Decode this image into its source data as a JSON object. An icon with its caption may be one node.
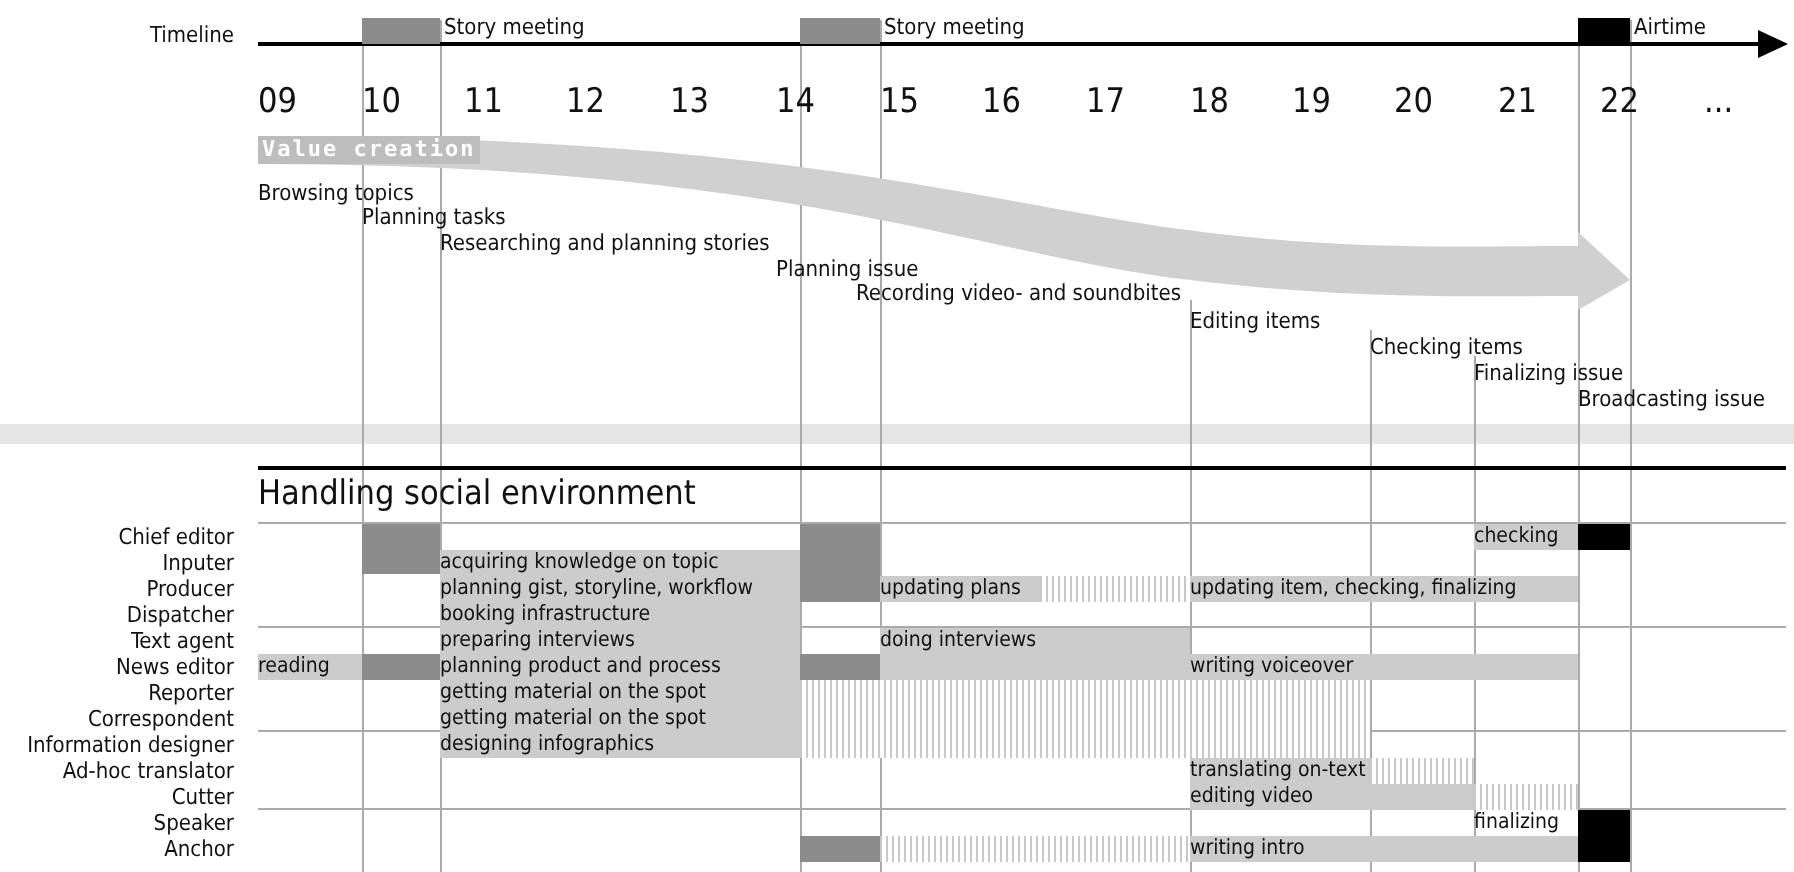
{
  "diagram": {
    "nodes": [
      {
        "text": [
          "checking"
        ]
      },
      {
        "text": [
          "acquiring knowledge on topic"
        ]
      },
      {
        "text": [
          "planning gist, storyline, workflow"
        ]
      },
      {
        "text": [
          "updating plans"
        ]
      },
      {
        "text": [
          "updating item, checking, finalizing"
        ]
      },
      {
        "text": [
          "booking infrastructure"
        ]
      },
      {
        "text": [
          "preparing interviews"
        ]
      },
      {
        "text": [
          "doing interviews"
        ]
      },
      {
        "text": [
          "reading"
        ]
      },
      {
        "text": [
          "planning product and process"
        ]
      },
      {
        "text": [
          "writing voiceover"
        ]
      },
      {
        "text": [
          "getting material on the spot"
        ]
      },
      {
        "text": [
          "getting material on the spot"
        ]
      },
      {
        "text": [
          "designing infographics"
        ]
      },
      {
        "text": [
          "translating on-text"
        ]
      },
      {
        "text": [
          "editing video"
        ]
      },
      {
        "text": [
          "finalizing"
        ]
      },
      {
        "text": [
          "writing intro"
        ]
      },
      {
        "text": [],
        "shape": "bar",
        "beside": [
          "Story meeting"
        ]
      },
      {
        "text": [],
        "shape": "bar",
        "beside": [
          "Story meeting"
        ]
      },
      {
        "text": [],
        "shape": "bar",
        "beside": [
          "Airtime"
        ]
      },
      {
        "text": [],
        "shape": "bar"
      },
      {
        "text": [],
        "shape": "bar"
      },
      {
        "text": [],
        "shape": "bar"
      },
      {
        "text": [],
        "shape": "bar"
      },
      {
        "text": [],
        "shape": "bar"
      },
      {
        "text": [],
        "shape": "bar"
      },
      {
        "text": [],
        "shape": "bar"
      },
      {
        "text": [],
        "shape": "bar"
      },
      {
        "text": [],
        "shape": "bar"
      },
      {
        "text": [],
        "shape": "bar"
      },
      {
        "text": [],
        "shape": "bar"
      },
      {
        "text": [],
        "shape": "bar"
      }
    ],
    "edges": [],
    "labels": [
      "Timeline",
      "09",
      "10",
      "11",
      "12",
      "13",
      "14",
      "15",
      "16",
      "17",
      "18",
      "19",
      "20",
      "21",
      "22",
      "...",
      "Value creation",
      "Browsing topics",
      "Planning tasks",
      "Researching and planning stories",
      "Planning issue",
      "Recording video- and soundbites",
      "Editing items",
      "Checking items",
      "Finalizing issue",
      "Broadcasting issue",
      "Handling social environment",
      "Chief editor",
      "Inputer",
      "Producer",
      "Dispatcher",
      "Text agent",
      "News editor",
      "Reporter",
      "Correspondent",
      "Information designer",
      "Ad-hoc translator",
      "Cutter",
      "Speaker",
      "Anchor"
    ]
  }
}
